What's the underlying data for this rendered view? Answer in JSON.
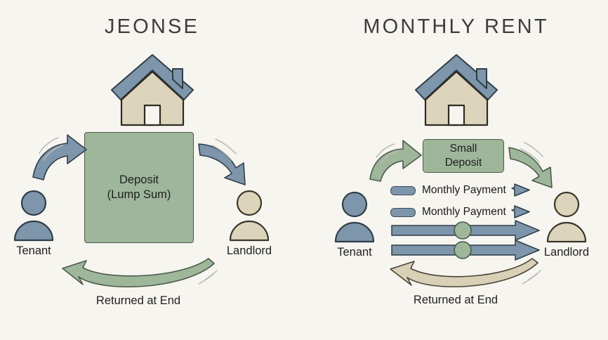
{
  "background_color": "#f6f5f0",
  "colors": {
    "blue": "#7d96ab",
    "blue_outline": "#3c4c58",
    "green": "#9eb69a",
    "green_outline": "#4a5a48",
    "tan": "#ddd5bb",
    "tan_outline": "#4a4535",
    "beige_arrow": "#d9d0b8",
    "text": "#1f1f1f",
    "title_text": "#3d3d3b"
  },
  "panels": [
    {
      "id": "jeonse",
      "title": "JEONSE",
      "house_icon": "house-icon",
      "deposit": {
        "lines": [
          "Deposit",
          "(Lump Sum)"
        ],
        "size": "large",
        "fill": "#9eb69a"
      },
      "left_person": {
        "label": "Tenant",
        "icon": "person-icon",
        "fill": "#7d96ab"
      },
      "right_person": {
        "label": "Landlord",
        "icon": "person-icon",
        "fill": "#ddd5bb"
      },
      "inbound_arrow": {
        "icon": "curved-arrow-right-icon",
        "color": "#7d96ab",
        "direction": "tenant-to-deposit"
      },
      "outbound_arrow": {
        "icon": "curved-arrow-down-right-icon",
        "color": "#7d96ab",
        "direction": "deposit-to-landlord"
      },
      "return_arrow": {
        "icon": "curved-arrow-left-icon",
        "color": "#9eb69a",
        "direction": "landlord-to-tenant"
      },
      "caption": "Returned at End",
      "payment_rows": []
    },
    {
      "id": "monthly-rent",
      "title": "MONTHLY RENT",
      "house_icon": "house-icon",
      "deposit": {
        "lines": [
          "Small",
          "Deposit"
        ],
        "size": "small",
        "fill": "#9eb69a"
      },
      "left_person": {
        "label": "Tenant",
        "icon": "person-icon",
        "fill": "#7d96ab"
      },
      "right_person": {
        "label": "Landlord",
        "icon": "person-icon",
        "fill": "#ddd5bb"
      },
      "inbound_arrow": {
        "icon": "curved-arrow-right-icon",
        "color": "#9eb69a",
        "direction": "tenant-to-deposit"
      },
      "outbound_arrow": {
        "icon": "curved-arrow-down-right-icon",
        "color": "#9eb69a",
        "direction": "deposit-to-landlord"
      },
      "return_arrow": {
        "icon": "curved-arrow-left-icon",
        "color": "#d9d0b8",
        "direction": "landlord-to-tenant"
      },
      "caption": "Returned at End",
      "payment_rows": [
        {
          "style": "pill-label",
          "label": "Monthly Payment",
          "arrow": "small-arrow-right-icon"
        },
        {
          "style": "pill-label",
          "label": "Monthly Payment",
          "arrow": "small-arrow-right-icon"
        },
        {
          "style": "long-bar",
          "label": "",
          "arrow": "long-arrow-right-icon",
          "knob": "green-knob-icon"
        },
        {
          "style": "long-bar",
          "label": "",
          "arrow": "long-arrow-right-icon",
          "knob": "green-knob-icon"
        }
      ]
    }
  ]
}
